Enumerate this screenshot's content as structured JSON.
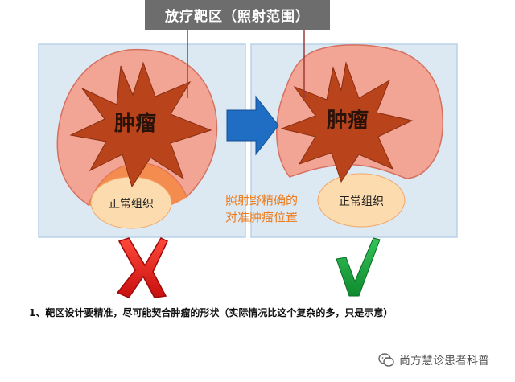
{
  "title": "放疗靶区（照射范围）",
  "left_panel": {
    "tumor_label": "肿瘤",
    "normal_label": "正常组织"
  },
  "right_panel": {
    "tumor_label": "肿瘤",
    "normal_label": "正常组织"
  },
  "note": {
    "line1": "照射野精确的",
    "line2": "对准肿瘤位置"
  },
  "left_mark": "✗",
  "right_mark": "√",
  "caption": "1、靶区设计要精准，尽可能契合肿瘤的形状（实际情况比这个复杂的多，只是示意）",
  "watermark": "尚方慧诊患者科普",
  "colors": {
    "panel_bg": "#dce9f3",
    "target_fill": "#f2a594",
    "tumor_fill": "#b9441c",
    "normal_fill": "#fcdcae",
    "arrow": "#1f6ec4",
    "cross": "#e61a1a",
    "check": "#1aa33c",
    "note_text": "#ee7a1a"
  }
}
